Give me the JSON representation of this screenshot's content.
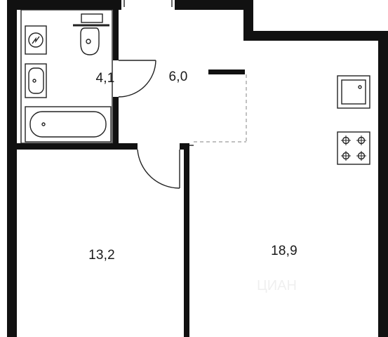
{
  "rooms": [
    {
      "id": "bathroom",
      "area": "4,1"
    },
    {
      "id": "hallway",
      "area": "6,0"
    },
    {
      "id": "bedroom",
      "area": "13,2"
    },
    {
      "id": "kitchen-living",
      "area": "18,9"
    }
  ],
  "watermark": "ЦИАН",
  "colors": {
    "wall": "#111111",
    "fixture_stroke": "#222222",
    "background": "#ffffff",
    "dashed_partition": "#9a9a9a"
  }
}
